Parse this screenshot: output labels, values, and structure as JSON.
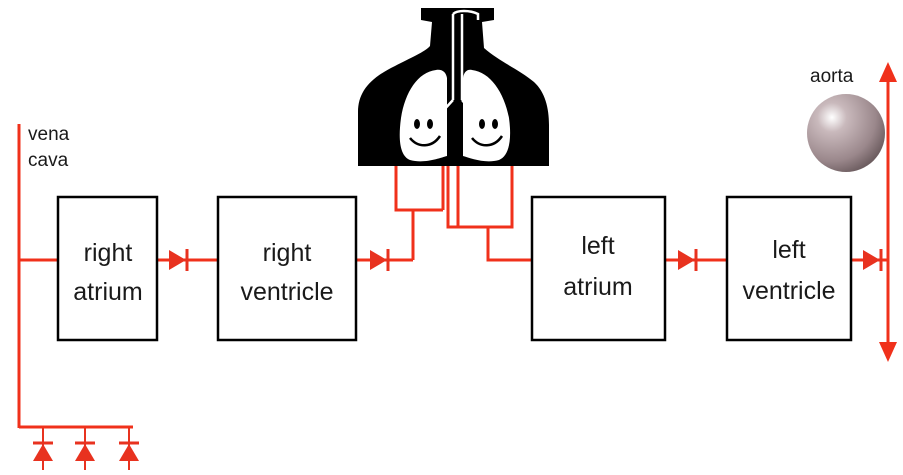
{
  "diagram": {
    "boxes": {
      "right_atrium": [
        "right",
        "atrium"
      ],
      "right_ventricle": [
        "right",
        "ventricle"
      ],
      "left_atrium": [
        "left",
        "atrium"
      ],
      "left_ventricle": [
        "left",
        "ventricle"
      ]
    },
    "labels": {
      "vena_cava": [
        "vena",
        "cava"
      ],
      "aorta": "aorta"
    },
    "colors": {
      "vessel": "#f0311b",
      "valve": "#e8321f",
      "box_border": "#000000",
      "lung_body": "#000000",
      "lung": "#ffffff",
      "aorta_ball": "#a89599"
    },
    "icons": [
      "lungs-icon",
      "diode-valve-icon",
      "aorta-compliance-ball-icon",
      "arrow-up-icon",
      "arrow-down-icon"
    ]
  }
}
